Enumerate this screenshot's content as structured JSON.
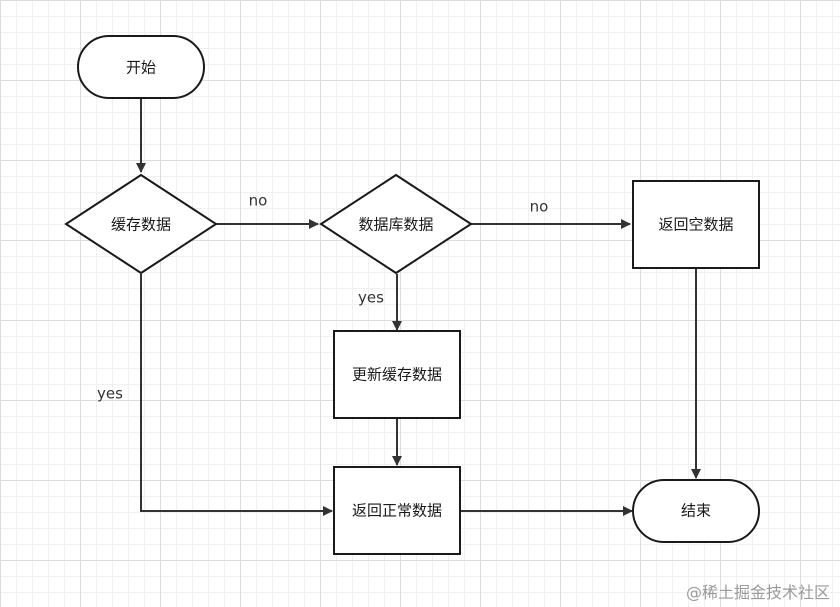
{
  "nodes": {
    "start": "开始",
    "check_cache": "缓存数据",
    "check_db": "数据库数据",
    "return_empty": "返回空数据",
    "update_cache": "更新缓存数据",
    "return_normal": "返回正常数据",
    "end": "结束"
  },
  "edges": {
    "cache_no": "no",
    "db_no": "no",
    "db_yes": "yes",
    "cache_yes": "yes"
  },
  "watermark": "@稀土掘金技术社区"
}
